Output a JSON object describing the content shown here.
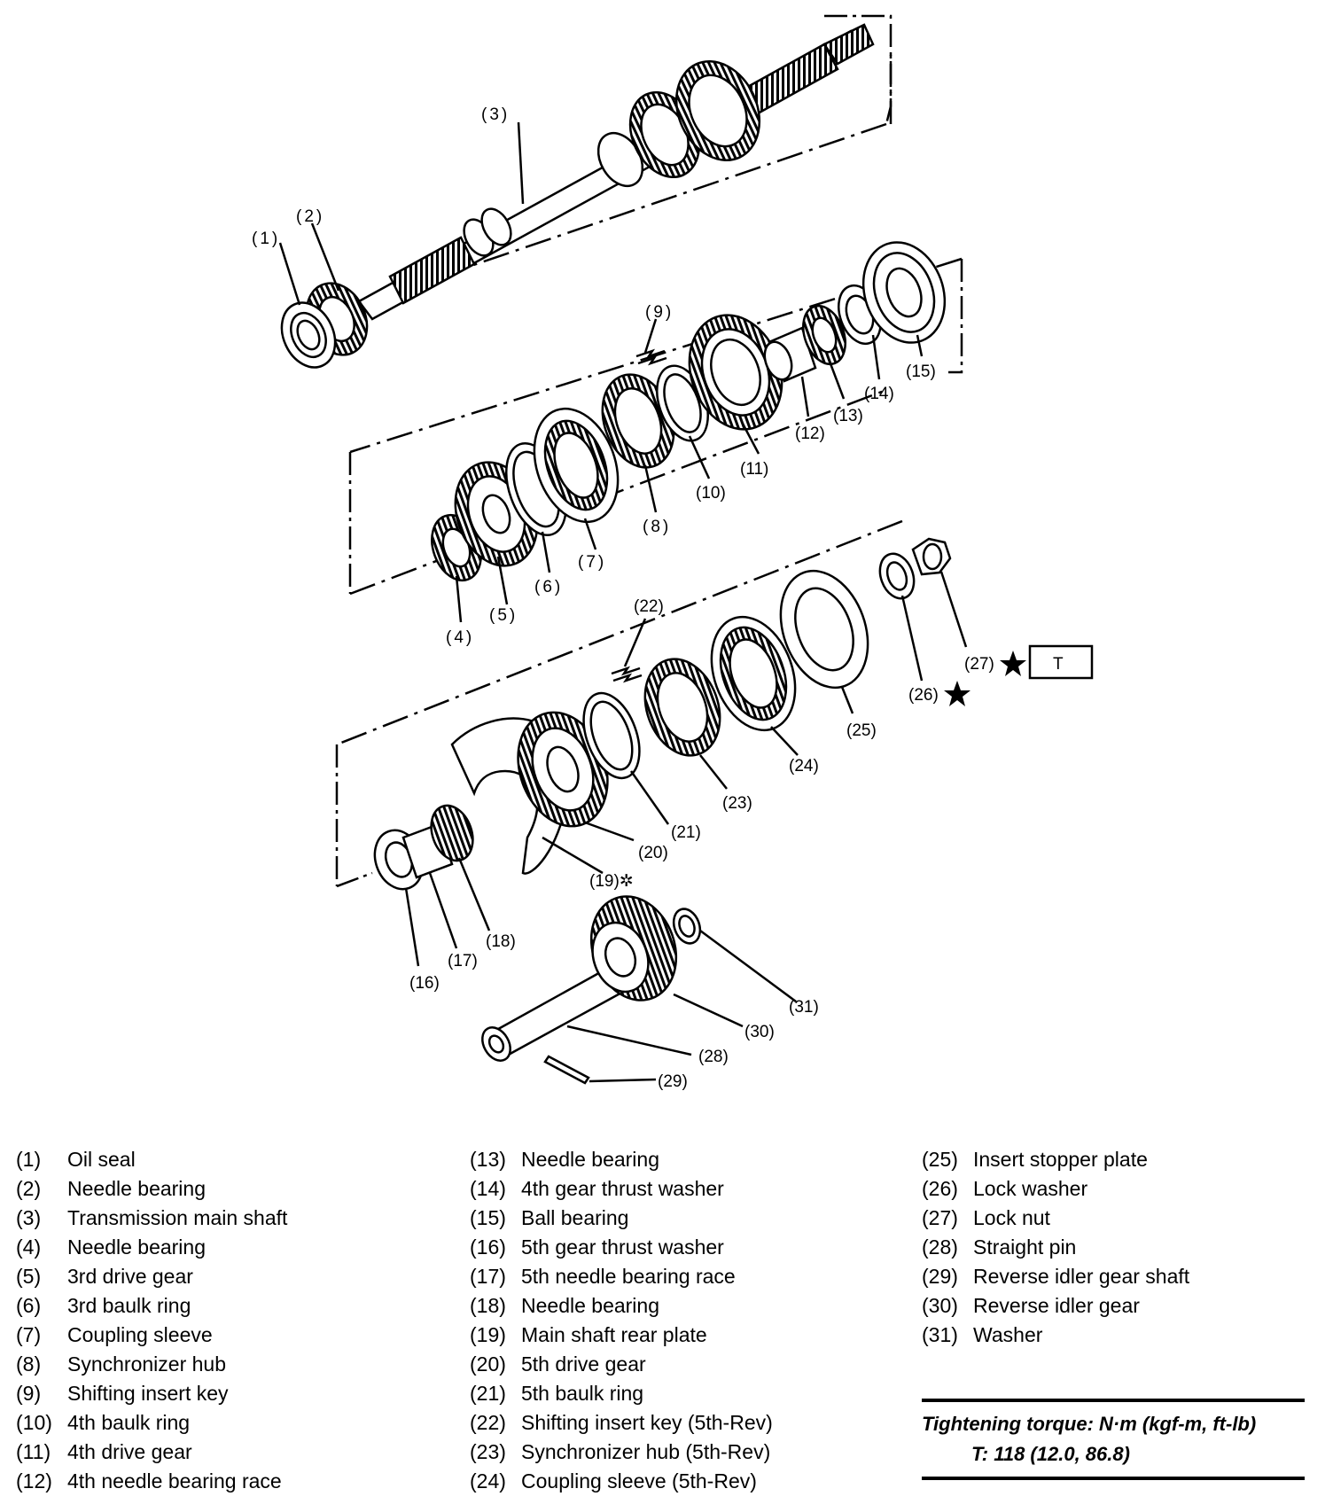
{
  "callouts": {
    "c1": "(1)",
    "c2": "(2)",
    "c3": "(3)",
    "c4": "(4)",
    "c5": "(5)",
    "c6": "(6)",
    "c7": "(7)",
    "c8": "(8)",
    "c9": "(9)",
    "c10": "(10)",
    "c11": "(11)",
    "c12": "(12)",
    "c13": "(13)",
    "c14": "(14)",
    "c15": "(15)",
    "c16": "(16)",
    "c17": "(17)",
    "c18": "(18)",
    "c19": "(19)✲",
    "c20": "(20)",
    "c21": "(21)",
    "c22": "(22)",
    "c23": "(23)",
    "c24": "(24)",
    "c25": "(25)",
    "c26": "(26)",
    "c27": "(27)",
    "c28": "(28)",
    "c29": "(29)",
    "c30": "(30)",
    "c31": "(31)",
    "torque_tag": "T"
  },
  "legend": {
    "col1": [
      {
        "num": "(1)",
        "name": "Oil seal"
      },
      {
        "num": "(2)",
        "name": "Needle bearing"
      },
      {
        "num": "(3)",
        "name": "Transmission main shaft"
      },
      {
        "num": "(4)",
        "name": "Needle bearing"
      },
      {
        "num": "(5)",
        "name": "3rd drive gear"
      },
      {
        "num": "(6)",
        "name": "3rd baulk ring"
      },
      {
        "num": "(7)",
        "name": "Coupling sleeve"
      },
      {
        "num": "(8)",
        "name": "Synchronizer hub"
      },
      {
        "num": "(9)",
        "name": "Shifting insert key"
      },
      {
        "num": "(10)",
        "name": "4th baulk ring"
      },
      {
        "num": "(11)",
        "name": "4th drive gear"
      },
      {
        "num": "(12)",
        "name": "4th needle bearing race"
      }
    ],
    "col2": [
      {
        "num": "(13)",
        "name": "Needle bearing"
      },
      {
        "num": "(14)",
        "name": "4th gear thrust washer"
      },
      {
        "num": "(15)",
        "name": "Ball bearing"
      },
      {
        "num": "(16)",
        "name": "5th gear thrust washer"
      },
      {
        "num": "(17)",
        "name": "5th needle bearing race"
      },
      {
        "num": "(18)",
        "name": "Needle bearing"
      },
      {
        "num": "(19)",
        "name": "Main shaft rear plate"
      },
      {
        "num": "(20)",
        "name": "5th drive gear"
      },
      {
        "num": "(21)",
        "name": "5th baulk ring"
      },
      {
        "num": "(22)",
        "name": "Shifting insert key (5th-Rev)"
      },
      {
        "num": "(23)",
        "name": "Synchronizer hub (5th-Rev)"
      },
      {
        "num": "(24)",
        "name": "Coupling sleeve (5th-Rev)"
      }
    ],
    "col3": [
      {
        "num": "(25)",
        "name": "Insert stopper plate"
      },
      {
        "num": "(26)",
        "name": "Lock washer"
      },
      {
        "num": "(27)",
        "name": "Lock nut"
      },
      {
        "num": "(28)",
        "name": "Straight pin"
      },
      {
        "num": "(29)",
        "name": "Reverse idler gear shaft"
      },
      {
        "num": "(30)",
        "name": "Reverse idler gear"
      },
      {
        "num": "(31)",
        "name": "Washer"
      }
    ]
  },
  "torque": {
    "title": "Tightening torque: N·m (kgf-m, ft-lb)",
    "value": "T: 118 (12.0, 86.8)"
  }
}
